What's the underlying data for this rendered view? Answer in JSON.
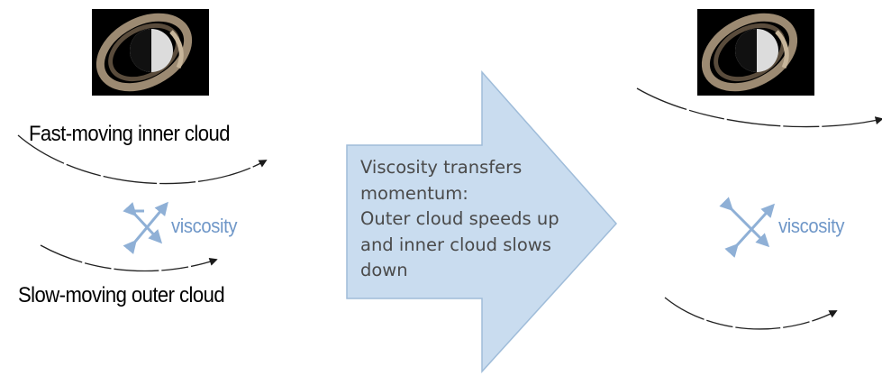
{
  "left": {
    "inner_label": "Fast-moving inner cloud",
    "outer_label": "Slow-moving outer cloud",
    "viscosity_label": "viscosity"
  },
  "arrow": {
    "lines": [
      "Viscosity transfers",
      "momentum:",
      "Outer cloud speeds up",
      "and inner cloud slows",
      "down"
    ]
  },
  "right": {
    "viscosity_label": "viscosity"
  },
  "colors": {
    "arrow_fill": "#c9dcef",
    "arrow_stroke": "#9fbcd9",
    "viscosity": "#6f97c8"
  }
}
